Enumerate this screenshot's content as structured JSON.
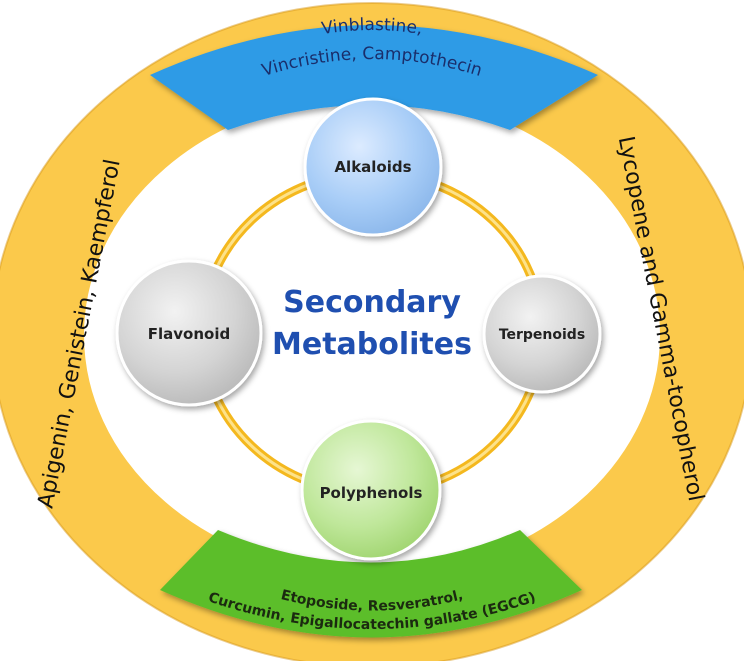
{
  "center": {
    "line1": "Secondary",
    "line2": "Metabolites"
  },
  "nodes": {
    "alkaloids": "Alkaloids",
    "terpenoids": "Terpenoids",
    "polyphenols": "Polyphenols",
    "flavonoid": "Flavonoid"
  },
  "ring": {
    "top_line1": "Vinblastine,",
    "top_line2": "Vincristine, Camptothecin",
    "bottom_line1": "Etoposide, Resveratrol,",
    "bottom_line2": "Curcumin, Epigallocatechin gallate (EGCG)",
    "left": "Apigenin, Genistein, Kaempferol",
    "right": "Lycopene and Gamma-tocopherol"
  },
  "colors": {
    "ring_yellow": "#fbc94b",
    "segment_blue": "#2d9be6",
    "segment_green": "#5cbe2a",
    "inner_ring": "#f4b81e",
    "title_blue": "#1f4fb0",
    "alkaloids_circle": "#a8cdf7",
    "terpenoids_circle": "#d6d6d6",
    "polyphenols_circle": "#bfe79a",
    "flavonoid_circle": "#d6d6d6"
  }
}
